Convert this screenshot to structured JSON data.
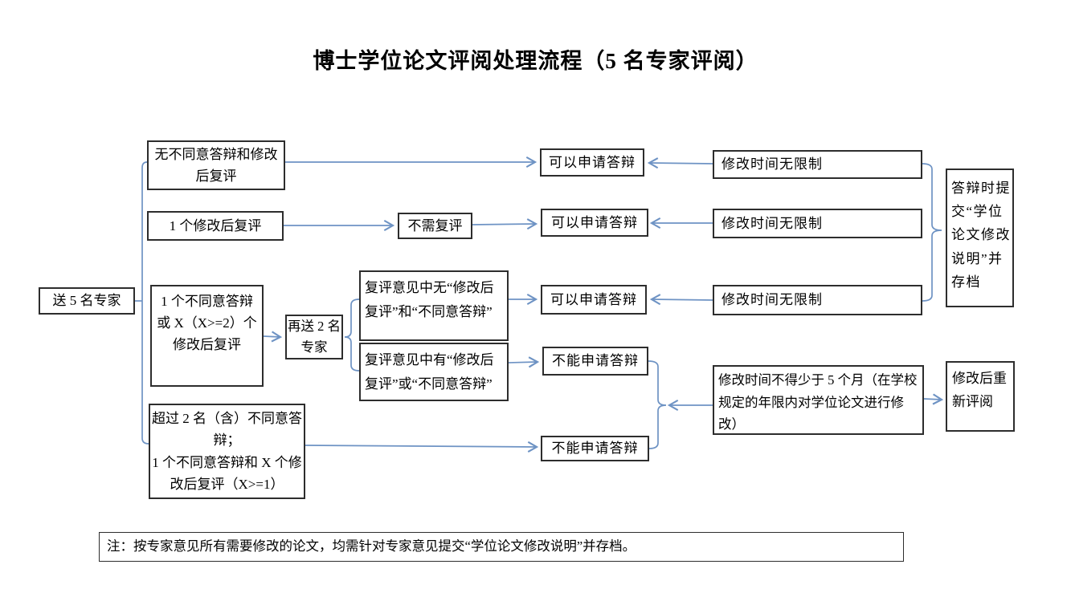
{
  "title": "博士学位论文评阅处理流程（5 名专家评阅）",
  "colors": {
    "connector": "#6e93c4",
    "box_border": "#2d2d2d"
  },
  "boxes": {
    "send_experts": {
      "text": "送 5 名专家"
    },
    "cond_none": {
      "lines": [
        "无不同意答辩和修改",
        "后复评"
      ]
    },
    "cond_one_revision": {
      "text": "1 个修改后复评"
    },
    "cond_one_disagree": {
      "lines": [
        "1 个不同意答辩",
        "或 X（X>=2）个",
        "修改后复评"
      ]
    },
    "cond_over_two": {
      "lines": [
        "超过 2 名（含）不同意答",
        "辩；",
        "1 个不同意答辩和 X 个修",
        "改后复评（X>=1）"
      ]
    },
    "resend_two": {
      "lines": [
        "再送 2 名",
        "专家"
      ]
    },
    "review_no_terms": {
      "lines": [
        "复评意见中无“修改后",
        "复评”和“不同意答辩”"
      ]
    },
    "review_has_terms": {
      "lines": [
        "复评意见中有“修改后",
        "复评”或“不同意答辩”"
      ]
    },
    "no_rereview_needed": {
      "text": "不需复评"
    },
    "can_apply_1": {
      "text": "可以申请答辩"
    },
    "can_apply_2": {
      "text": "可以申请答辩"
    },
    "can_apply_3": {
      "text": "可以申请答辩"
    },
    "cannot_apply_1": {
      "text": "不能申请答辩"
    },
    "cannot_apply_2": {
      "text": "不能申请答辩"
    },
    "time_unlimited_1": {
      "text": "修改时间无限制"
    },
    "time_unlimited_2": {
      "text": "修改时间无限制"
    },
    "time_unlimited_3": {
      "text": "修改时间无限制"
    },
    "archive": {
      "lines": [
        "答辩时提",
        "交“学位",
        "论文修改",
        "说明”并",
        "存档"
      ]
    },
    "five_months": {
      "lines": [
        "修改时间不得少于 5 个月（在学校",
        "规定的年限内对学位论文进行修",
        "改）"
      ]
    },
    "rereview_after_revision": {
      "lines": [
        "修改后重",
        "新评阅"
      ]
    },
    "note": {
      "text": "注：按专家意见所有需要修改的论文，均需针对专家意见提交“学位论文修改说明”并存档。"
    }
  }
}
